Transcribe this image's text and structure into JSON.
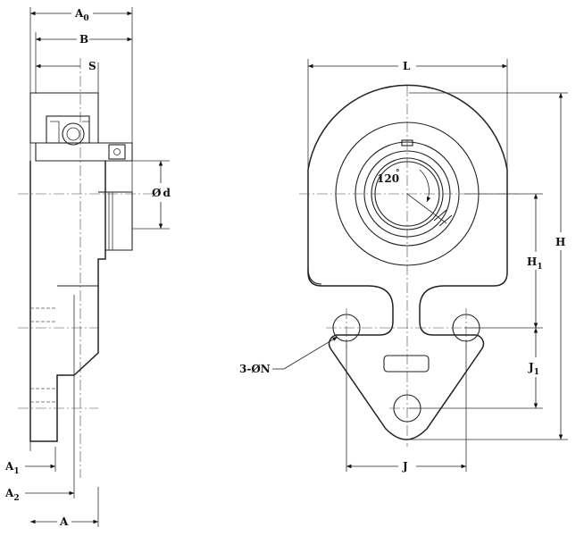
{
  "labels": {
    "A0": {
      "main": "A",
      "sub": "0"
    },
    "B": "B",
    "S": "S",
    "d": "d",
    "A1": {
      "main": "A",
      "sub": "1"
    },
    "A2": {
      "main": "A",
      "sub": "2"
    },
    "A": "A",
    "L": "L",
    "H": "H",
    "H1": {
      "main": "H",
      "sub": "1"
    },
    "J1": {
      "main": "J",
      "sub": "1"
    },
    "J": "J",
    "N": "3-ØN",
    "angle": "120",
    "diameter_symbol": "Ø"
  }
}
